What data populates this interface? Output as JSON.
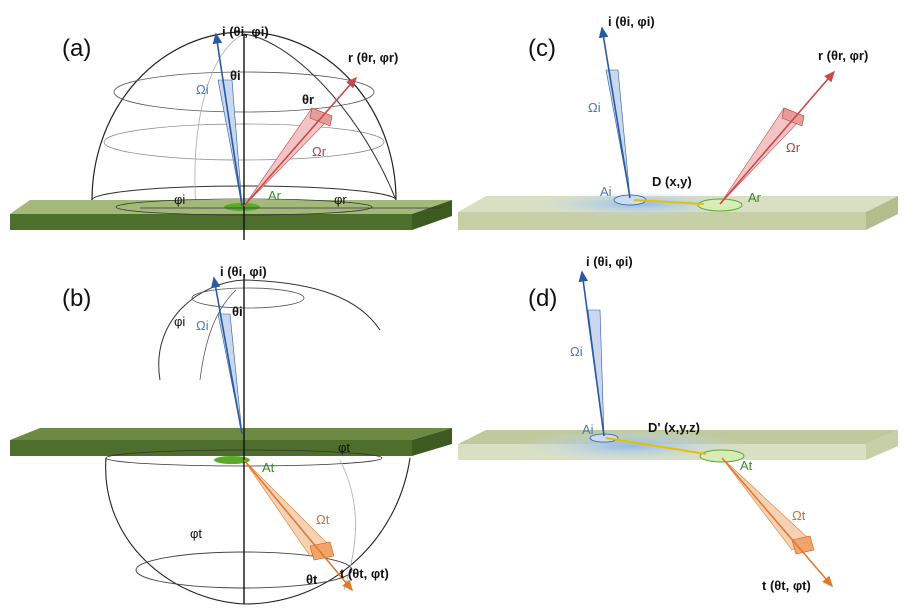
{
  "panels": {
    "a": {
      "tag": "(a)",
      "incident": "i (θi, φi)",
      "reflected": "r (θr, φr)",
      "omega_i": "Ωi",
      "omega_r": "Ωr",
      "theta_i": "θi",
      "theta_r": "θr",
      "phi_i": "φi",
      "phi_r": "φr",
      "area": "Ar"
    },
    "b": {
      "tag": "(b)",
      "incident": "i (θi, φi)",
      "transmitted": "t (θt, φt)",
      "omega_i": "Ωi",
      "omega_t": "Ωt",
      "theta_i": "θi",
      "theta_t": "θt",
      "phi_i": "φi",
      "phi_t_top": "φt",
      "phi_t_bottom": "φt",
      "area": "At"
    },
    "c": {
      "tag": "(c)",
      "incident": "i (θi, φi)",
      "reflected": "r (θr, φr)",
      "omega_i": "Ωi",
      "omega_r": "Ωr",
      "area_i": "Ai",
      "area_r": "Ar",
      "distance": "D (x,y)"
    },
    "d": {
      "tag": "(d)",
      "incident": "i (θi, φi)",
      "transmitted": "t (θt, φt)",
      "omega_i": "Ωi",
      "omega_t": "Ωt",
      "area_i": "Ai",
      "area_t": "At",
      "distance": "D' (x,y,z)"
    }
  },
  "colors": {
    "incident": "#2a5aa0",
    "reflected": "#c84a4a",
    "transmitted": "#e07a30",
    "surface_dark": "#4e6e2c",
    "surface_light": "#d8dfc2",
    "spot": "#5aaa2a",
    "spread": "#a9c8ee"
  }
}
